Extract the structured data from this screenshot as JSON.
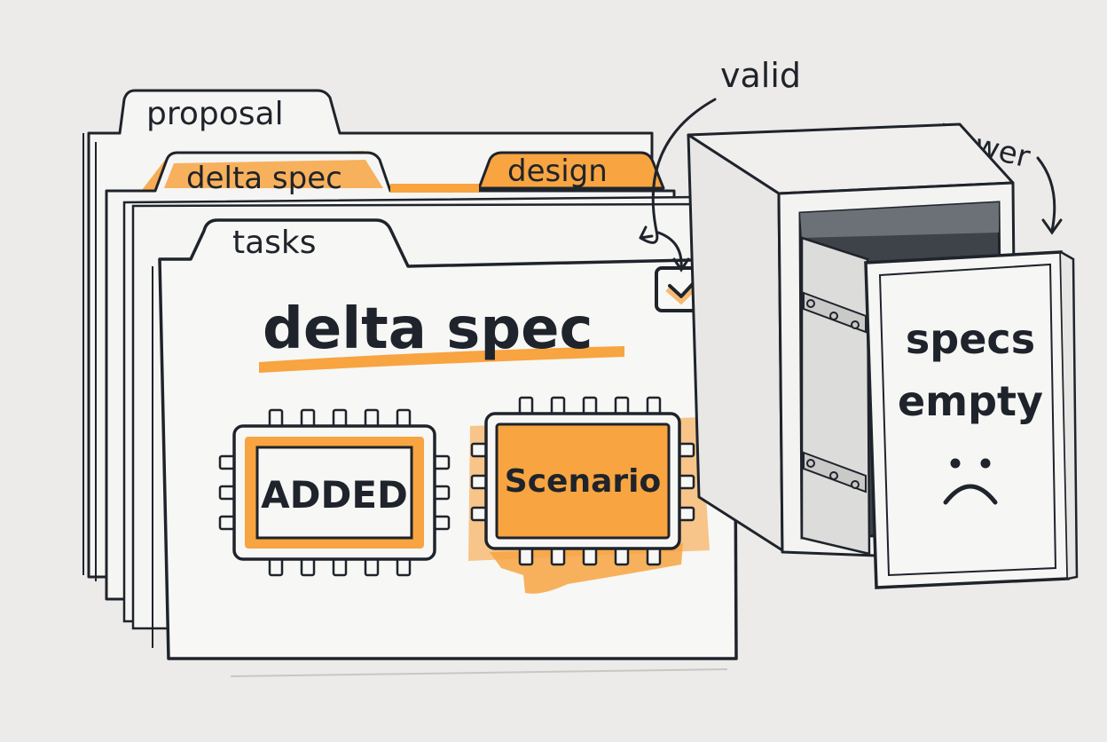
{
  "colors": {
    "ink": "#1f232b",
    "highlight": "#f7a441",
    "paper": "#f5f5f3",
    "background": "#ecebe9"
  },
  "folders": {
    "proposal": {
      "tab_label": "proposal"
    },
    "middle": {
      "tab_delta_label": "delta spec",
      "tab_design_label": "design"
    },
    "front": {
      "tab_label": "tasks",
      "title": "delta spec",
      "checkbox": {
        "icon": "checkmark-icon",
        "checked": true
      },
      "chip_added": "ADDED",
      "chip_scenario": "Scenario"
    }
  },
  "annotations": {
    "valid": "valid",
    "drawer": "drawer"
  },
  "cabinet": {
    "drawer_label_line1": "specs",
    "drawer_label_line2": "empty",
    "face_icon": "sad-face-icon"
  }
}
